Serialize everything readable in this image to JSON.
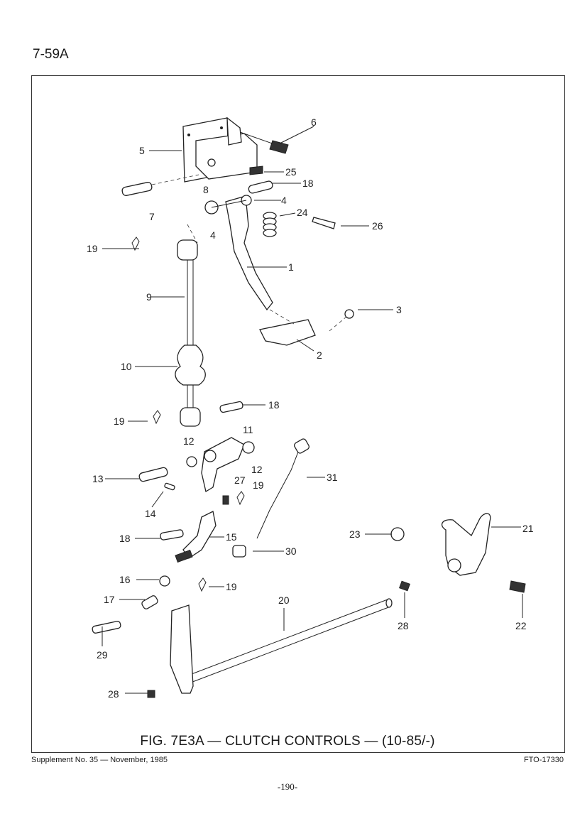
{
  "header": {
    "page_number": "7-59A"
  },
  "figure": {
    "caption": "FIG. 7E3A — CLUTCH CONTROLS — (10-85/-)",
    "callouts": {
      "c1": "1",
      "c2": "2",
      "c3": "3",
      "c4a": "4",
      "c4b": "4",
      "c5": "5",
      "c6": "6",
      "c7": "7",
      "c8": "8",
      "c9": "9",
      "c10": "10",
      "c11": "11",
      "c12a": "12",
      "c12b": "12",
      "c13": "13",
      "c14": "14",
      "c15": "15",
      "c16": "16",
      "c17": "17",
      "c18a": "18",
      "c18b": "18",
      "c18c": "18",
      "c19a": "19",
      "c19b": "19",
      "c19c": "19",
      "c19d": "19",
      "c20": "20",
      "c21": "21",
      "c22": "22",
      "c23": "23",
      "c24": "24",
      "c25": "25",
      "c26": "26",
      "c27": "27",
      "c28a": "28",
      "c28b": "28",
      "c29": "29",
      "c30": "30",
      "c31": "31"
    }
  },
  "footer": {
    "supplement": "Supplement No. 35 — November, 1985",
    "figure_id": "FTO-17330",
    "folio": "-190-"
  }
}
